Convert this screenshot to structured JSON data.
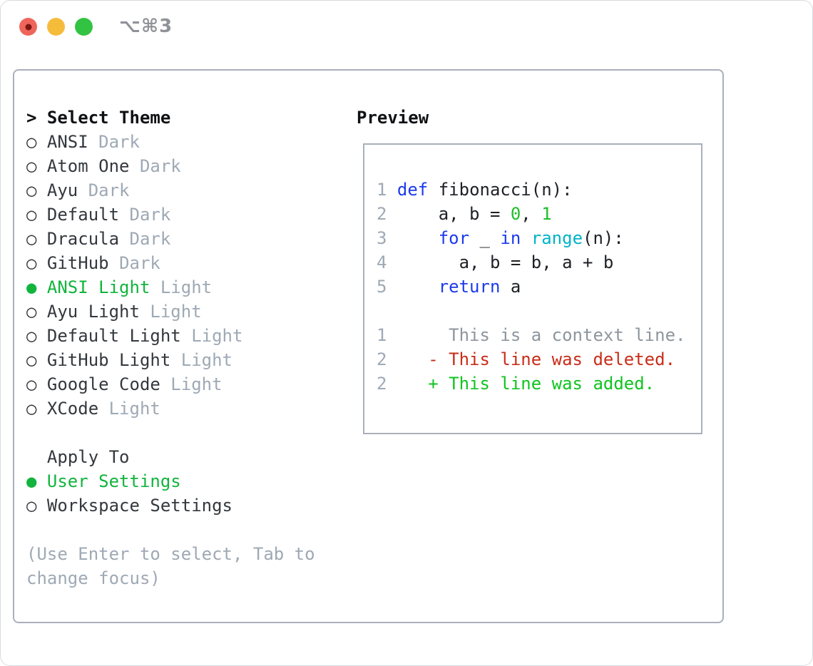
{
  "window": {
    "shortcut_label": "⌥⌘3",
    "traffic_lights": [
      {
        "name": "close",
        "color": "#f0655b",
        "inner_dot": "#7c1812"
      },
      {
        "name": "minimize",
        "color": "#f5bc3c",
        "inner_dot": null
      },
      {
        "name": "zoom",
        "color": "#33c342",
        "inner_dot": null
      }
    ]
  },
  "colors": {
    "selection_green": "#12b43d",
    "keyword_blue": "#1c3aec",
    "builtin_cyan": "#00b4c6",
    "number_green": "#1fbe28",
    "deleted_red": "#c92d19",
    "added_green": "#0fc41f",
    "muted_gray": "#9ea9b5",
    "panel_border": "#a9b0ba"
  },
  "glyphs": {
    "prompt": ">",
    "radio_unselected": "○",
    "radio_selected": "●"
  },
  "theme_list": {
    "header": "Select Theme",
    "items": [
      {
        "name": "ANSI",
        "variant": "Dark",
        "selected": false
      },
      {
        "name": "Atom One",
        "variant": "Dark",
        "selected": false
      },
      {
        "name": "Ayu",
        "variant": "Dark",
        "selected": false
      },
      {
        "name": "Default",
        "variant": "Dark",
        "selected": false
      },
      {
        "name": "Dracula",
        "variant": "Dark",
        "selected": false
      },
      {
        "name": "GitHub",
        "variant": "Dark",
        "selected": false
      },
      {
        "name": "ANSI Light",
        "variant": "Light",
        "selected": true
      },
      {
        "name": "Ayu Light",
        "variant": "Light",
        "selected": false
      },
      {
        "name": "Default Light",
        "variant": "Light",
        "selected": false
      },
      {
        "name": "GitHub Light",
        "variant": "Light",
        "selected": false
      },
      {
        "name": "Google Code",
        "variant": "Light",
        "selected": false
      },
      {
        "name": "XCode",
        "variant": "Light",
        "selected": false
      }
    ]
  },
  "apply_to": {
    "header": "Apply To",
    "options": [
      {
        "label": "User Settings",
        "selected": true
      },
      {
        "label": "Workspace Settings",
        "selected": false
      }
    ]
  },
  "help_lines": [
    "(Use Enter to select, Tab to",
    "change focus)"
  ],
  "preview": {
    "title": "Preview",
    "lines": [
      {
        "num": "1",
        "tokens": [
          {
            "t": " ",
            "c": "pl"
          },
          {
            "t": "def",
            "c": "kw"
          },
          {
            "t": " fibonacci(n):",
            "c": "pl"
          }
        ]
      },
      {
        "num": "2",
        "tokens": [
          {
            "t": "     a, b = ",
            "c": "pl"
          },
          {
            "t": "0",
            "c": "grn"
          },
          {
            "t": ", ",
            "c": "pl"
          },
          {
            "t": "1",
            "c": "grn"
          }
        ]
      },
      {
        "num": "3",
        "tokens": [
          {
            "t": "     ",
            "c": "pl"
          },
          {
            "t": "for",
            "c": "kw"
          },
          {
            "t": " _ ",
            "c": "pl"
          },
          {
            "t": "in",
            "c": "kw"
          },
          {
            "t": " ",
            "c": "pl"
          },
          {
            "t": "range",
            "c": "cy"
          },
          {
            "t": "(n):",
            "c": "pl"
          }
        ]
      },
      {
        "num": "4",
        "tokens": [
          {
            "t": "       a, b = b, a + b",
            "c": "pl"
          }
        ]
      },
      {
        "num": "5",
        "tokens": [
          {
            "t": "     ",
            "c": "pl"
          },
          {
            "t": "return",
            "c": "kw"
          },
          {
            "t": " a",
            "c": "pl"
          }
        ]
      },
      {
        "num": "",
        "tokens": []
      },
      {
        "num": "1",
        "tokens": [
          {
            "t": "      This is a context line.",
            "c": "ctx"
          }
        ]
      },
      {
        "num": "2",
        "tokens": [
          {
            "t": "    - This line was deleted.",
            "c": "del"
          }
        ]
      },
      {
        "num": "2",
        "tokens": [
          {
            "t": "    + This line was added.",
            "c": "add"
          }
        ]
      }
    ]
  }
}
